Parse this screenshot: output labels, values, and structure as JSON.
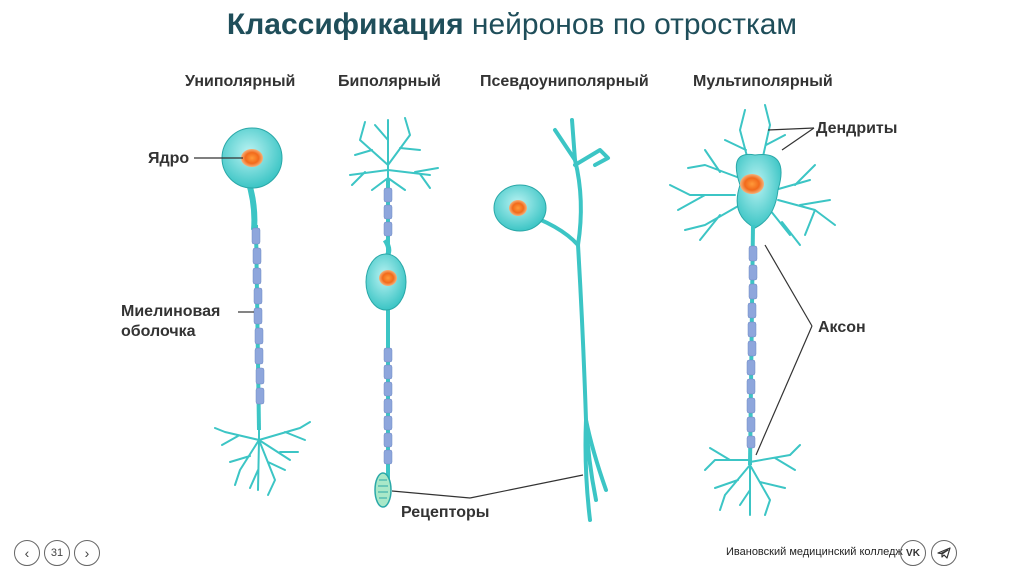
{
  "slide": {
    "title_bold": "Классификация",
    "title_rest": " нейронов по отросткам",
    "columns": [
      "Униполярный",
      "Биполярный",
      "Псевдоуниполярный",
      "Мультиполярный"
    ],
    "labels": {
      "nucleus": "Ядро",
      "myelin_1": "Миелиновая",
      "myelin_2": "оболочка",
      "dendrites": "Дендриты",
      "axon": "Аксон",
      "receptors": "Рецепторы"
    }
  },
  "footer": {
    "page": "31",
    "college": "Ивановский медицинский колледж",
    "vk": "VK",
    "prev_icon": "chevron-left-icon",
    "next_icon": "chevron-right-icon"
  },
  "colors": {
    "title": "#1f4e5a",
    "neuron": "#3cc5c5",
    "neuron_light": "#8fe3e3",
    "myelin": "#8ea6dc",
    "nucleus": "#f26a1b"
  }
}
